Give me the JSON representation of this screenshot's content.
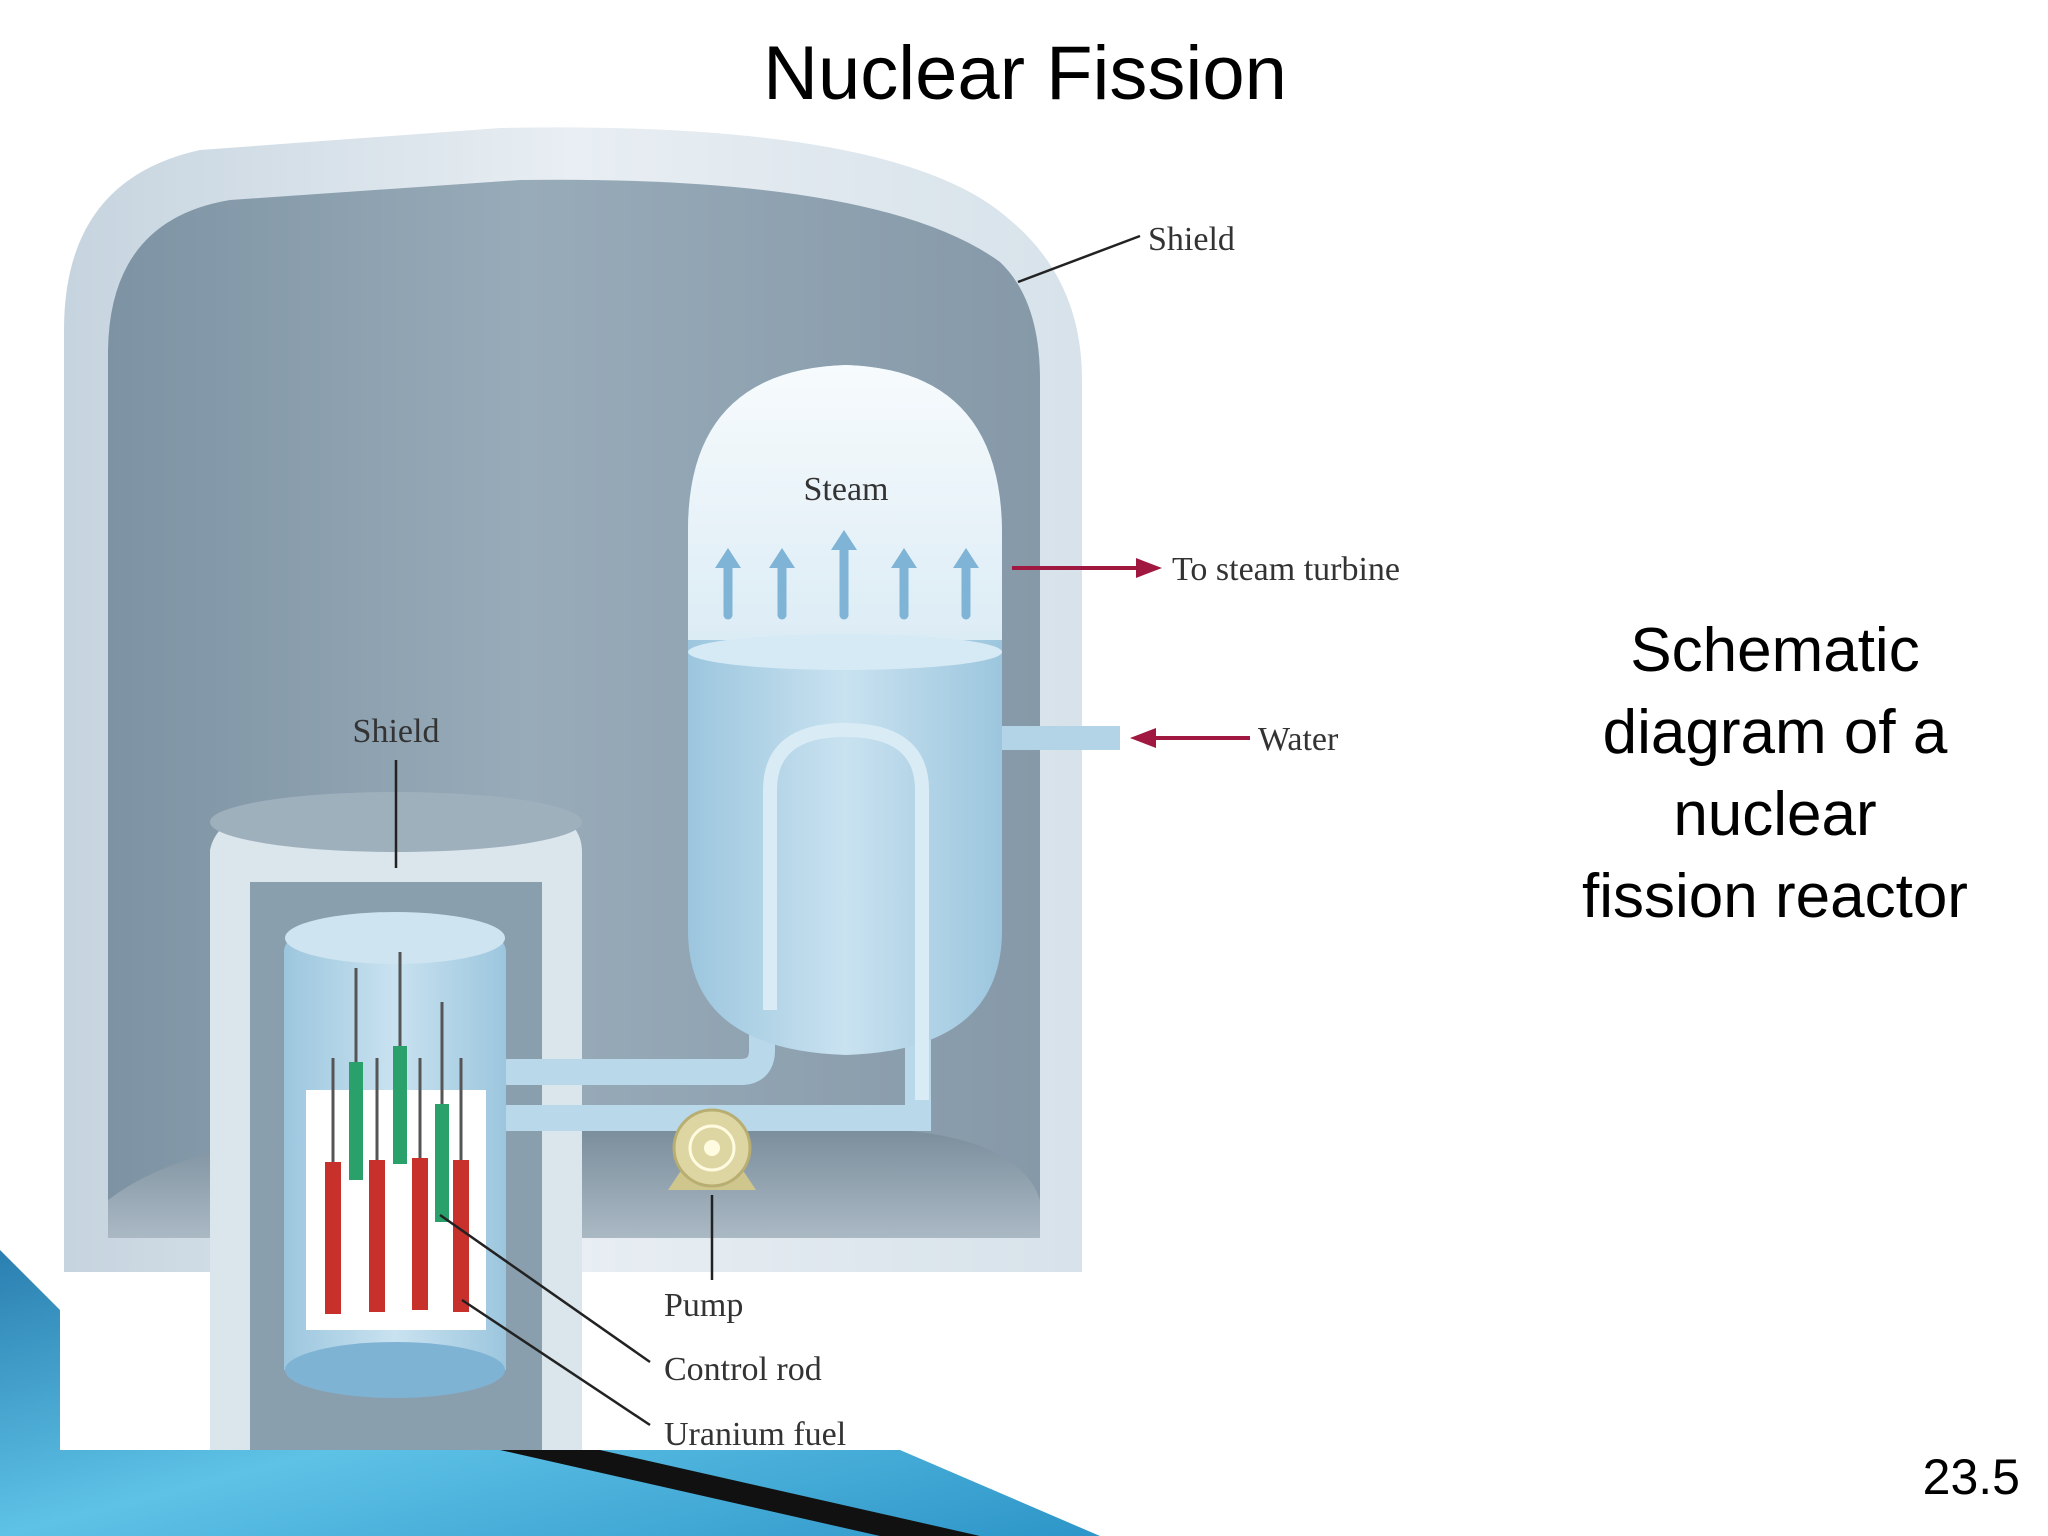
{
  "slide": {
    "title": "Nuclear Fission",
    "caption_lines": [
      "Schematic",
      "diagram of a",
      "nuclear",
      "fission reactor"
    ],
    "slide_number": "23.5"
  },
  "diagram": {
    "labels": {
      "outer_shield": "Shield",
      "steam": "Steam",
      "to_turbine": "To steam turbine",
      "water": "Water",
      "inner_shield": "Shield",
      "pump": "Pump",
      "control_rod": "Control rod",
      "uranium_fuel": "Uranium fuel"
    },
    "colors": {
      "outer_shield": "#dbe5ec",
      "containment_interior": "#8a9fae",
      "vessel_water": "#b2d4e6",
      "steam_space": "#eef6fb",
      "steam_arrow": "#7fb4d6",
      "flow_arrow": "#a01840",
      "control_rod": "#2aa06a",
      "fuel_rod": "#c8302c",
      "pump": "#d8cf98"
    }
  }
}
